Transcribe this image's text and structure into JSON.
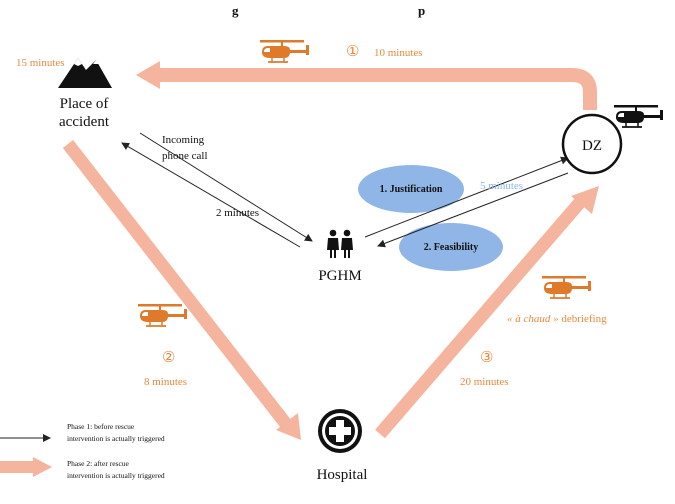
{
  "title_fragment": "g",
  "title_fragment_right": "p",
  "colors": {
    "thick_arrow": "#f5b49d",
    "orange_text": "#e8893e",
    "helicopter": "#e07a2b",
    "ellipse": "#8fb6e6",
    "thin_arrow": "#222222",
    "blue_text": "#8fb6e6"
  },
  "nodes": {
    "accident": {
      "line1": "Place of",
      "line2": "accident",
      "icon": "mountain-icon"
    },
    "dz": {
      "label": "DZ",
      "icon": "circle-icon"
    },
    "pghm": {
      "label": "PGHM",
      "icon": "people-icon"
    },
    "hospital": {
      "label": "Hospital",
      "icon": "medical-cross-icon"
    }
  },
  "steps": {
    "step1": {
      "number": "①",
      "time": "10 minutes"
    },
    "step2": {
      "number": "②",
      "time": "8 minutes"
    },
    "step3": {
      "number": "③",
      "time": "20 minutes"
    }
  },
  "labels": {
    "fifteen": "15 minutes",
    "incoming_line1": "Incoming",
    "incoming_line2": "phone call",
    "two_minutes": "2 minutes",
    "five_minutes": "5 minutes",
    "debrief_italic": "« à chaud »",
    "debrief_rest": " debriefing"
  },
  "ellipses": {
    "justification": "1. Justification",
    "feasibility": "2. Feasibility"
  },
  "legend": {
    "phase1_line1": "Phase 1: before rescue",
    "phase1_line2": "intervention is actually triggered",
    "phase2_line1": "Phase 2: after rescue",
    "phase2_line2": "intervention is actually triggered"
  }
}
